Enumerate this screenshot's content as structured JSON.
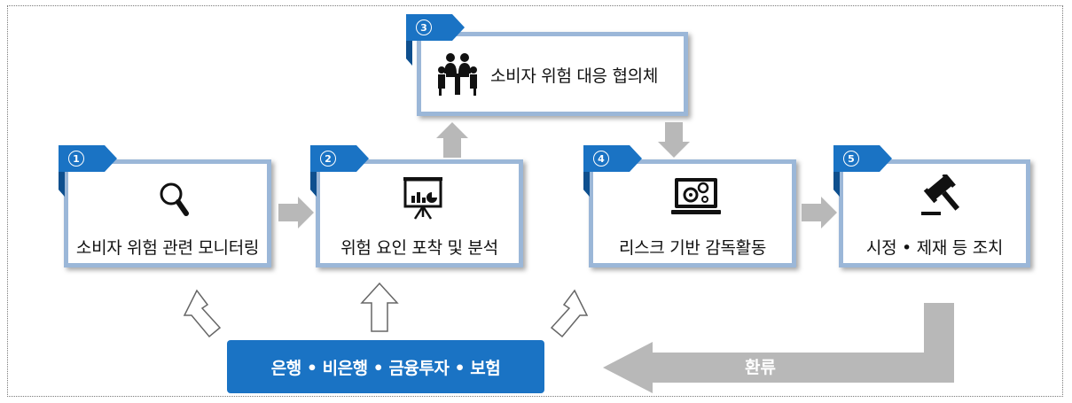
{
  "steps": [
    {
      "num": "1",
      "label": "소비자 위험 관련 모니터링",
      "icon": "magnifier-icon"
    },
    {
      "num": "2",
      "label": "위험 요인 포착 및 분석",
      "icon": "presentation-chart-icon"
    },
    {
      "num": "3",
      "label": "소비자 위험 대응 협의체",
      "icon": "meeting-people-icon"
    },
    {
      "num": "4",
      "label": "리스크 기반 감독활동",
      "icon": "monitor-gears-icon"
    },
    {
      "num": "5",
      "label": "시정 • 제재 등 조치",
      "icon": "gavel-icon"
    }
  ],
  "sectors": "은행 • 비은행 • 금융투자 • 보험",
  "feedback": "환류",
  "colors": {
    "box_border": "#9bb7d8",
    "tab": "#1a73c4",
    "pill": "#1a73c4",
    "arrow": "#b8b8b8"
  }
}
